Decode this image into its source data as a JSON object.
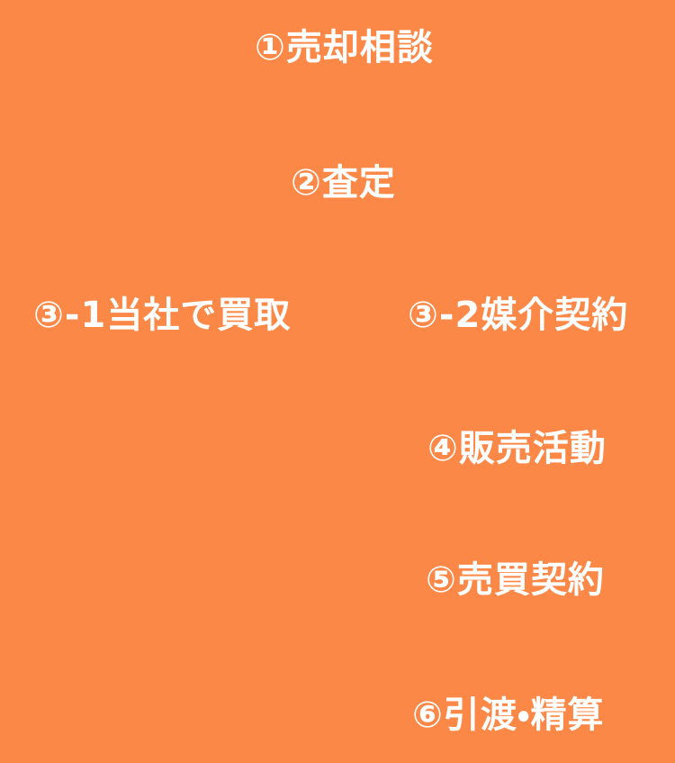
{
  "page": {
    "background_color": "#FC8847",
    "text_color": "#FFFFFF"
  },
  "flow": {
    "steps": [
      {
        "label": "①売却相談"
      },
      {
        "label": "②査定"
      },
      {
        "label": "③-1当社で買取"
      },
      {
        "label": "③-2媒介契約"
      },
      {
        "label": "④販売活動"
      },
      {
        "label": "⑤売買契約"
      },
      {
        "label": "⑥引渡・精算"
      }
    ]
  }
}
